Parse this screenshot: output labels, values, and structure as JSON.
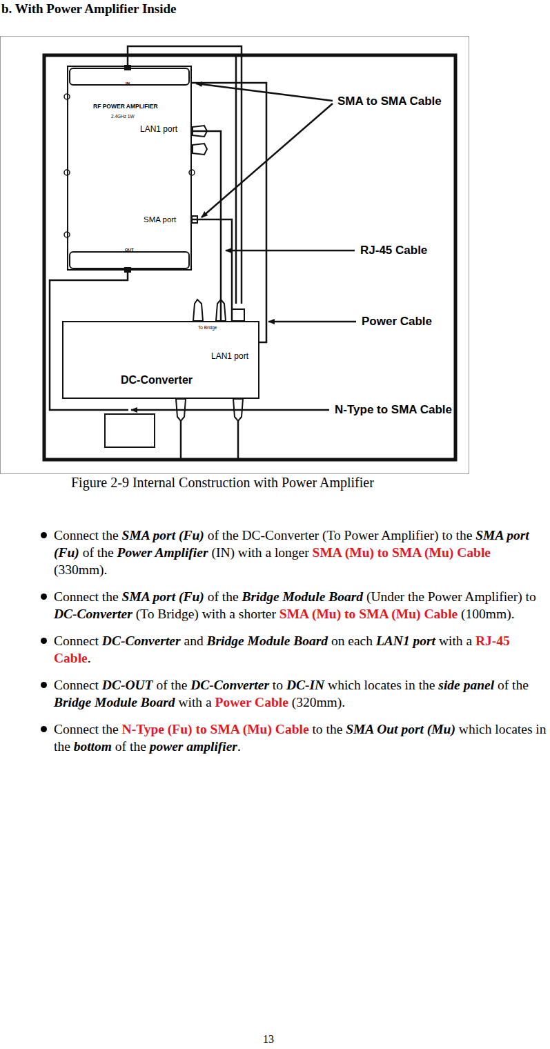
{
  "diagram": {
    "title": "b. With Power Amplifier Inside",
    "caption": "Figure 2-9 Internal Construction with Power Amplifier",
    "nodes": [
      {
        "text": [
          "IN",
          "RF POWER AMPLIFIER",
          "2.4GHz 1W",
          "LAN1 port",
          "SMA port",
          "OUT"
        ]
      },
      {
        "text": [
          "To Bridge",
          "LAN1 port",
          "DC-Converter"
        ]
      }
    ],
    "edges": [
      {
        "from": 0,
        "to": 1,
        "arrow": "none"
      },
      {
        "from": 0,
        "to": 1,
        "arrow": "none"
      }
    ],
    "labels": [
      "SMA to SMA Cable",
      "RJ-45 Cable",
      "Power Cable",
      "N-Type to SMA Cable",
      "Connect the ",
      "SMA port (Fu)",
      " of the DC-Converter (To Power Amplifier) to the ",
      "SMA port (Fu)",
      " of the ",
      "Power Amplifier",
      " (IN) with a longer ",
      "SMA (Mu) to SMA (Mu) Cable",
      " (330mm).",
      "Connect the ",
      "SMA port (Fu)",
      " of the ",
      "Bridge Module Board",
      " (Under the Power Amplifier) to ",
      "DC-Converter",
      " (To Bridge) with a shorter ",
      "SMA (Mu) to SMA (Mu) Cable",
      " (100mm).",
      "Connect ",
      "DC-Converter",
      " and ",
      "Bridge Module Board",
      " on each ",
      "LAN1 port",
      " with a ",
      "RJ-45 Cable",
      ".",
      "Connect ",
      "DC-OUT",
      " of the ",
      "DC-Converter",
      " to ",
      "DC-IN",
      " which locates in the ",
      "side panel",
      " of the ",
      "Bridge Module Board",
      " with a ",
      "Power Cable",
      " (320mm).",
      "Connect the ",
      "N-Type (Fu) to SMA (Mu) Cable",
      " to the ",
      "SMA Out port (Mu)",
      " which locates in the ",
      "bottom",
      " of the ",
      "power amplifier",
      ".",
      "13"
    ]
  }
}
